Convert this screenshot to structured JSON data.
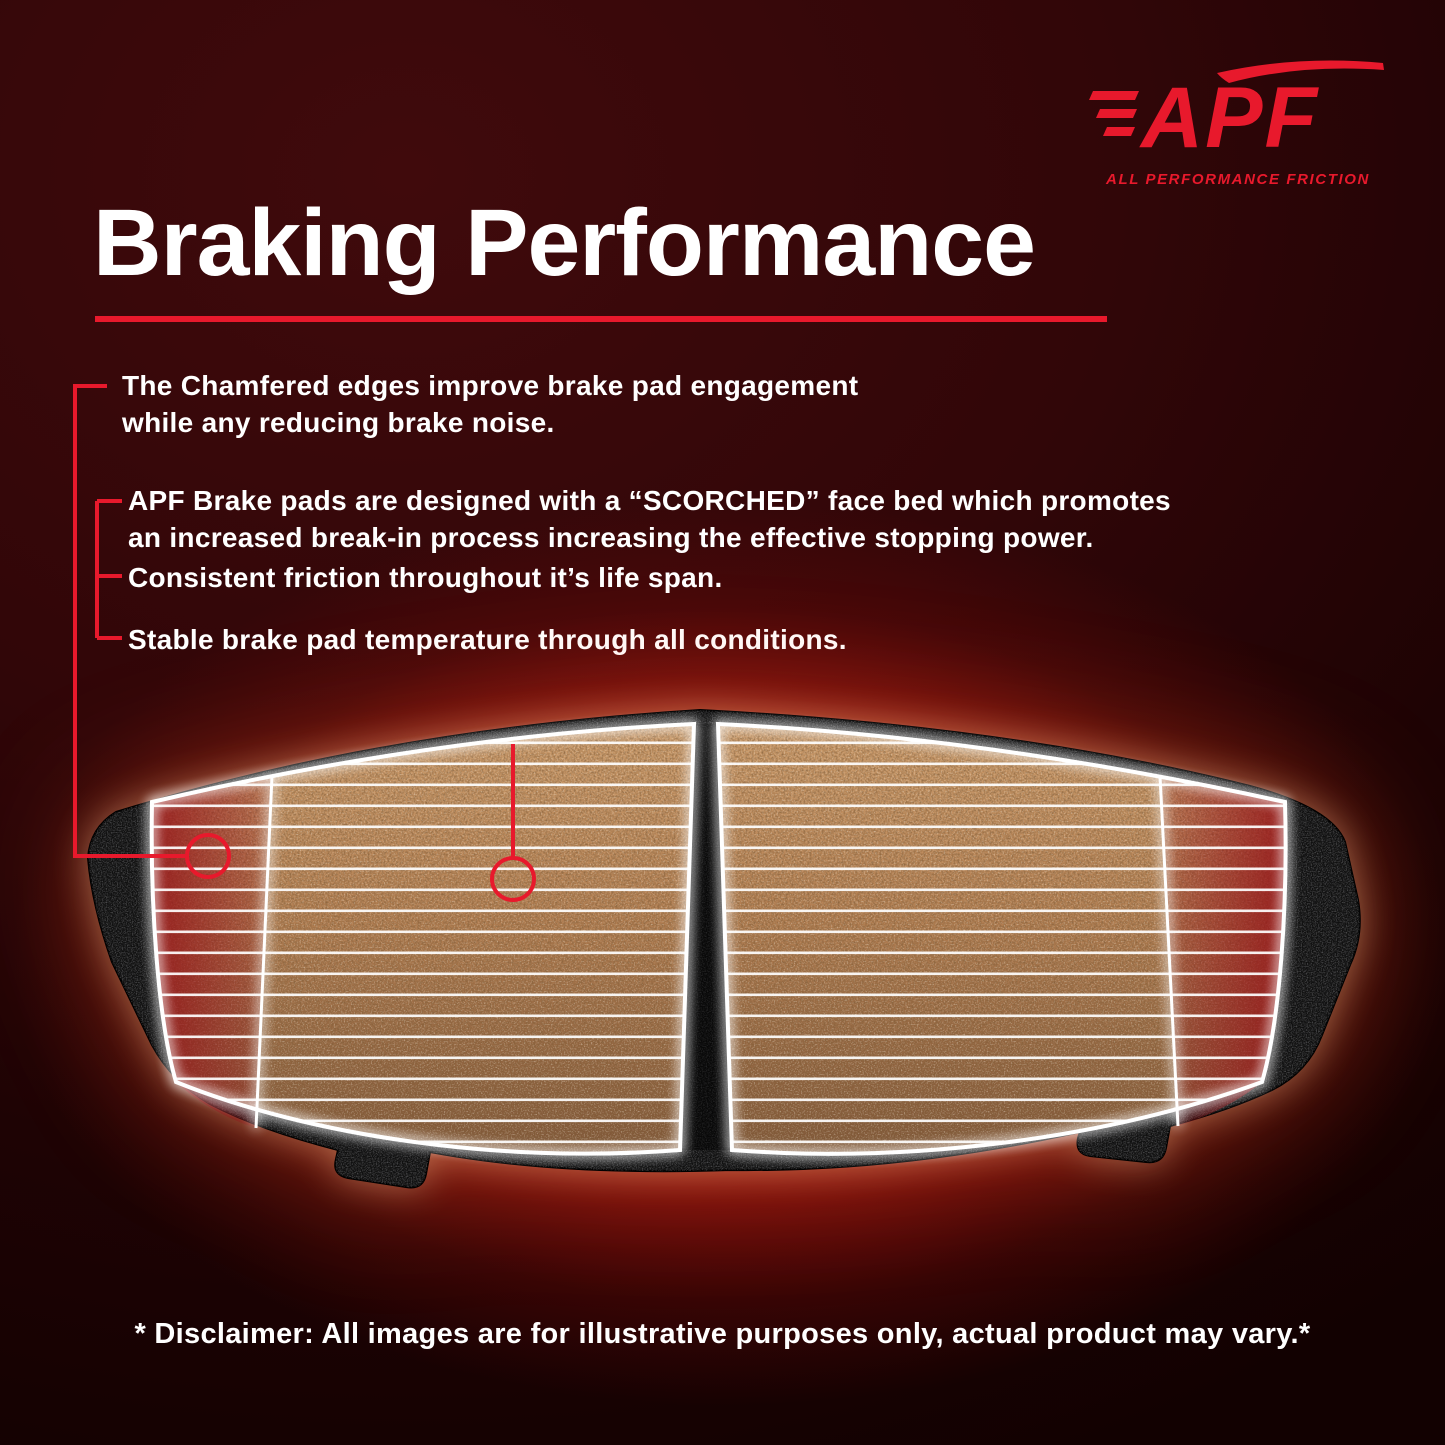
{
  "brand": {
    "name": "APF",
    "tagline": "ALL PERFORMANCE FRICTION"
  },
  "title": "Braking Performance",
  "bullets": [
    "The Chamfered edges improve brake pad engagement\nwhile any reducing brake noise.",
    "APF Brake pads are designed with a “SCORCHED” face bed which promotes\nan increased break-in process increasing the effective stopping power.",
    "Consistent friction throughout it’s life span.",
    "Stable brake pad temperature through all conditions."
  ],
  "disclaimer": "* Disclaimer: All images are for illustrative purposes only, actual product may vary.*",
  "colors": {
    "accent_red": "#e8192c",
    "background_glow": "#c41414",
    "pad_face_copper": "#b5825a",
    "backing_plate": "#101010",
    "text_white": "#ffffff"
  }
}
